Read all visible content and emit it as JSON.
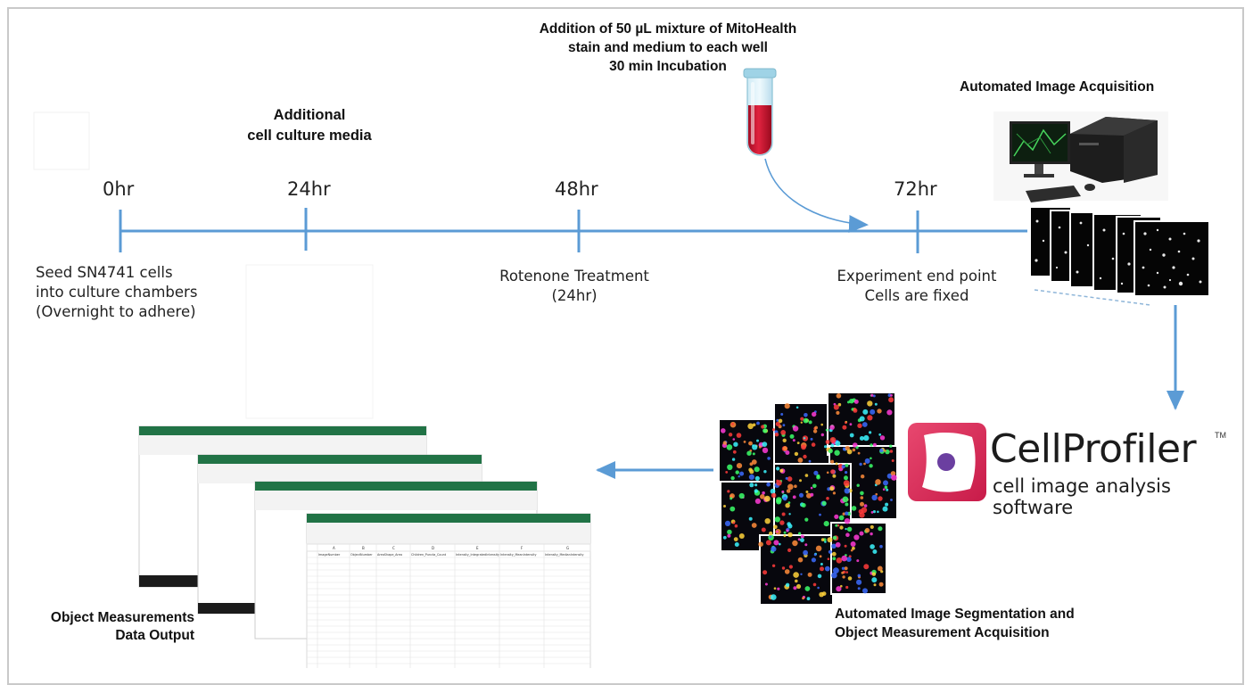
{
  "timeline": {
    "ticks": [
      {
        "label": "0hr",
        "note": "Seed SN4741 cells\ninto culture chambers\n(Overnight to adhere)"
      },
      {
        "label": "24hr",
        "note": ""
      },
      {
        "label": "48hr",
        "note": "Rotenone Treatment\n(24hr)"
      },
      {
        "label": "72hr",
        "note": "Experiment end point\nCells are fixed"
      }
    ]
  },
  "annotations": {
    "additional_media": "Additional\ncell culture media",
    "mitohealth": "Addition of 50 µL mixture of MitoHealth\nstain and medium to each well\n30 min Incubation",
    "image_acquisition": "Automated Image Acquisition",
    "segmentation": "Automated Image Segmentation and\nObject Measurement Acquisition",
    "data_output": "Object Measurements\nData Output"
  },
  "cellprofiler": {
    "name": "CellProfiler",
    "trademark": "TM",
    "tagline": "cell image analysis software"
  },
  "spreadsheet": {
    "headers": [
      "ImageNumber",
      "ObjectNumber",
      "AreaShape_Area",
      "Children_Puncta_Count",
      "Intensity_IntegratedIntensity",
      "Intensity_MeanIntensity",
      "Intensity_MedianIntensity"
    ],
    "column_letters": [
      "A",
      "B",
      "C",
      "D",
      "E",
      "F",
      "G"
    ]
  },
  "colors": {
    "timeline": "#5b9bd5",
    "arrow": "#5b9bd5",
    "excel_green": "#217346",
    "tube_red": "#c8102e",
    "cellprofiler_pink": "#e0245e"
  }
}
